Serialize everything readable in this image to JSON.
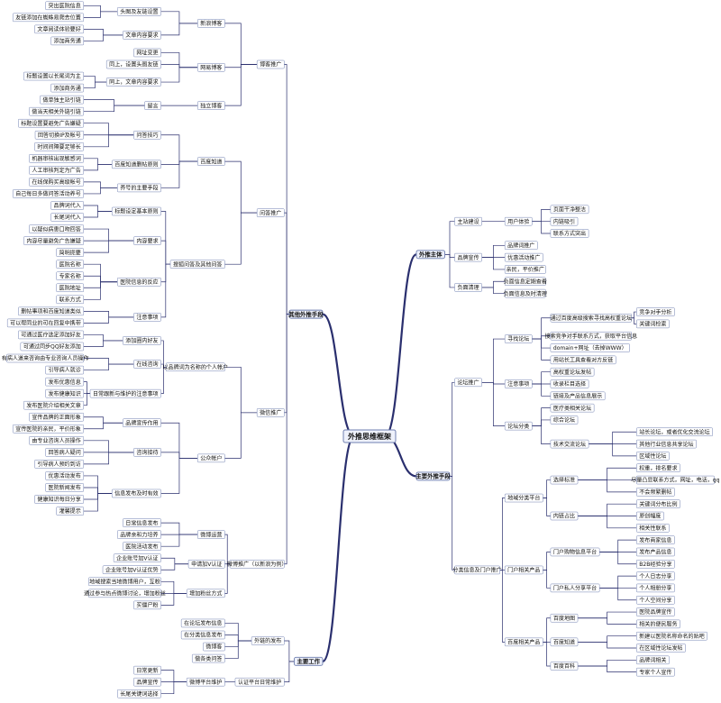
{
  "center": "外推思维框架",
  "left": [
    {
      "label": "其他外推手段",
      "children": [
        {
          "label": "博客推广",
          "children": [
            {
              "label": "新浪博客",
              "children": [
                {
                  "label": "头图及友链设置",
                  "children": [
                    {
                      "label": "突出医院信息"
                    },
                    {
                      "label": "友链添加在蜘蛛易爬去位置"
                    }
                  ]
                },
                {
                  "label": "文章内容要求",
                  "children": [
                    {
                      "label": "文章阅读体验要好"
                    },
                    {
                      "label": "添加商务通"
                    }
                  ]
                }
              ]
            },
            {
              "label": "网易博客",
              "children": [
                {
                  "label": "网址变更"
                },
                {
                  "label": "同上，设置头图友链"
                },
                {
                  "label": "同上，文章内容要求",
                  "children": [
                    {
                      "label": "标题设置以长尾词为主"
                    },
                    {
                      "label": "添加商务通"
                    }
                  ]
                }
              ]
            },
            {
              "label": "独立博客",
              "children": [
                {
                  "label": "留言",
                  "children": [
                    {
                      "label": "做单独主站引链"
                    },
                    {
                      "label": "做当天相关外链引链"
                    }
                  ]
                }
              ]
            }
          ]
        },
        {
          "label": "问答推广",
          "children": [
            {
              "label": "百度知道",
              "children": [
                {
                  "label": "问答技巧",
                  "children": [
                    {
                      "label": "标题设置要避免广告嫌疑"
                    },
                    {
                      "label": "回答切换IP及帐号"
                    },
                    {
                      "label": "时间间隔要足够长"
                    }
                  ]
                },
                {
                  "label": "百度知道删帖原则",
                  "children": [
                    {
                      "label": "机器审核出现敏感词"
                    },
                    {
                      "label": "人工审核判定为广告"
                    }
                  ]
                },
                {
                  "label": "养号的主要手段",
                  "children": [
                    {
                      "label": "在线保购买高级帐号"
                    },
                    {
                      "label": "自己每日多做问答活动养号"
                    }
                  ]
                }
              ]
            },
            {
              "label": "搜狐问答及其他问答",
              "children": [
                {
                  "label": "标题设定基本原则",
                  "children": [
                    {
                      "label": "品牌词代入"
                    },
                    {
                      "label": "长尾词代入"
                    }
                  ]
                },
                {
                  "label": "内容要求",
                  "children": [
                    {
                      "label": "以疑似病患口吻回答"
                    },
                    {
                      "label": "内容尽量避免广告嫌疑"
                    },
                    {
                      "label": "简明扼要"
                    }
                  ]
                },
                {
                  "label": "医院信息的反应",
                  "children": [
                    {
                      "label": "医院名称"
                    },
                    {
                      "label": "专家名称"
                    },
                    {
                      "label": "医院地址"
                    },
                    {
                      "label": "联系方式"
                    }
                  ]
                },
                {
                  "label": "注意事项",
                  "children": [
                    {
                      "label": "删帖事项和百度知道类似"
                    },
                    {
                      "label": "可以帮同业的可在回复中携带"
                    }
                  ]
                }
              ]
            }
          ]
        },
        {
          "label": "微信推广",
          "children": [
            {
              "label": "以品牌词为名称的个人帐户",
              "children": [
                {
                  "label": "添加圈内好友",
                  "children": [
                    {
                      "label": "可通过医疗选定添加好友"
                    },
                    {
                      "label": "可通过同步QQ好友添加"
                    }
                  ]
                },
                {
                  "label": "在线咨询",
                  "children": [
                    {
                      "label": "有病人道来咨询由专业咨询人员操作"
                    },
                    {
                      "label": "引导病人就诊"
                    }
                  ]
                },
                {
                  "label": "日常跟新与维护的注意事项",
                  "children": [
                    {
                      "label": "发布优惠信息"
                    },
                    {
                      "label": "发布健康知识"
                    },
                    {
                      "label": "发布医院介绍相关文章"
                    }
                  ]
                }
              ]
            },
            {
              "label": "公众帐户",
              "children": [
                {
                  "label": "品牌宣传作用",
                  "children": [
                    {
                      "label": "宣传品牌的正面形象"
                    },
                    {
                      "label": "宣传医院的亲民，平价形象"
                    }
                  ]
                },
                {
                  "label": "咨询接待",
                  "children": [
                    {
                      "label": "由专业咨询人员操作"
                    },
                    {
                      "label": "回答病人疑问"
                    },
                    {
                      "label": "引导病人预约到访"
                    }
                  ]
                },
                {
                  "label": "信息发布及时有效",
                  "children": [
                    {
                      "label": "优惠活动发布"
                    },
                    {
                      "label": "医院新闻发布"
                    },
                    {
                      "label": "健康知识每日分享"
                    },
                    {
                      "label": "灌馨提示"
                    }
                  ]
                }
              ]
            }
          ]
        },
        {
          "label": "微博推广（以新浪为例）",
          "children": [
            {
              "label": "微博运营",
              "children": [
                {
                  "label": "日常信息发布"
                },
                {
                  "label": "品牌亲和力培养"
                },
                {
                  "label": "医院活动发布"
                }
              ]
            },
            {
              "label": "申请加V认证",
              "children": [
                {
                  "label": "企业账号加V认证"
                },
                {
                  "label": "企业账号加V认证优势"
                }
              ]
            },
            {
              "label": "增加粉丝方式",
              "children": [
                {
                  "label": "地域搜索当地微博用户，互粉"
                },
                {
                  "label": "通过参与热点微博讨论，增加粉丝"
                },
                {
                  "label": "买僵尸粉"
                }
              ]
            }
          ]
        }
      ]
    },
    {
      "label": "主要工作",
      "children": [
        {
          "label": "外链的发布",
          "children": [
            {
              "label": "在论坛发布信息"
            },
            {
              "label": "在分类信息发布"
            },
            {
              "label": "微博客"
            },
            {
              "label": "做各类问答"
            }
          ]
        },
        {
          "label": "认证平台日常维护",
          "children": [
            {
              "label": "微博平台维护",
              "children": [
                {
                  "label": "日常更新"
                },
                {
                  "label": "品牌宣传"
                },
                {
                  "label": "长尾关键词选择"
                }
              ]
            }
          ]
        }
      ]
    }
  ],
  "right": [
    {
      "label": "外推主体",
      "children": [
        {
          "label": "主站建设",
          "children": [
            {
              "label": "用户体验",
              "children": [
                {
                  "label": "页面干净整洁"
                },
                {
                  "label": "内链吸引"
                },
                {
                  "label": "联系方式突出"
                }
              ]
            }
          ]
        },
        {
          "label": "品牌宣传",
          "children": [
            {
              "label": "品牌词推广"
            },
            {
              "label": "优惠活动推广"
            },
            {
              "label": "亲民，平价推广"
            }
          ]
        },
        {
          "label": "负面清理",
          "children": [
            {
              "label": "负面信息定期查看"
            },
            {
              "label": "负面信息及时清理"
            }
          ]
        }
      ]
    },
    {
      "label": "主要外推手段",
      "children": [
        {
          "label": "论坛推广",
          "children": [
            {
              "label": "寻找论坛",
              "children": [
                {
                  "label": "通过百度高级搜索寻找高权重论坛",
                  "children": [
                    {
                      "label": "竞争对手分析"
                    },
                    {
                      "label": "关键词检索"
                    }
                  ]
                },
                {
                  "label": "搜索竞争对手联系方式，获取平台信息"
                },
                {
                  "label": "domain+网址（去掉WWW）"
                },
                {
                  "label": "用站长工具查看对方反链"
                }
              ]
            },
            {
              "label": "注意事项",
              "children": [
                {
                  "label": "高权重论坛发帖"
                },
                {
                  "label": "收录栏目选择"
                },
                {
                  "label": "链接及产品信息展示"
                }
              ]
            },
            {
              "label": "论坛分类",
              "children": [
                {
                  "label": "医疗类相关论坛"
                },
                {
                  "label": "综合论坛"
                },
                {
                  "label": "技术交流论坛",
                  "children": [
                    {
                      "label": "站长论坛，或者优化交流论坛"
                    },
                    {
                      "label": "其他行业信息共享论坛"
                    },
                    {
                      "label": "区域性论坛"
                    }
                  ]
                }
              ]
            }
          ]
        },
        {
          "label": "分类信息及门户推广",
          "children": [
            {
              "label": "地域分类平台",
              "children": [
                {
                  "label": "选择标准",
                  "children": [
                    {
                      "label": "权重，排名要求"
                    },
                    {
                      "label": "尽量凸显联系方式，网址，电话，qq"
                    },
                    {
                      "label": "不会频繁删帖"
                    }
                  ]
                },
                {
                  "label": "内链占比",
                  "children": [
                    {
                      "label": "关键词分布比例"
                    },
                    {
                      "label": "原创幅度"
                    },
                    {
                      "label": "相关性联系"
                    }
                  ]
                }
              ]
            },
            {
              "label": "门户相关产品",
              "children": [
                {
                  "label": "门户购物信息平台",
                  "children": [
                    {
                      "label": "发布商家信息"
                    },
                    {
                      "label": "发布产品信息"
                    },
                    {
                      "label": "B2B经验分享"
                    }
                  ]
                },
                {
                  "label": "门户私人分享平台",
                  "children": [
                    {
                      "label": "个人日志分享"
                    },
                    {
                      "label": "个人相册分享"
                    },
                    {
                      "label": "个人空间分享"
                    }
                  ]
                }
              ]
            },
            {
              "label": "百度相关产品",
              "children": [
                {
                  "label": "百度地图",
                  "children": [
                    {
                      "label": "医院品牌宣传"
                    },
                    {
                      "label": "相关的便民服务"
                    }
                  ]
                },
                {
                  "label": "百度知道",
                  "children": [
                    {
                      "label": "新建以医院名称命名的贴吧"
                    },
                    {
                      "label": "在区域性论坛发帖"
                    }
                  ]
                },
                {
                  "label": "百度百科",
                  "children": [
                    {
                      "label": "品牌词相关"
                    },
                    {
                      "label": "专家个人宣传"
                    }
                  ]
                }
              ]
            }
          ]
        }
      ]
    }
  ]
}
